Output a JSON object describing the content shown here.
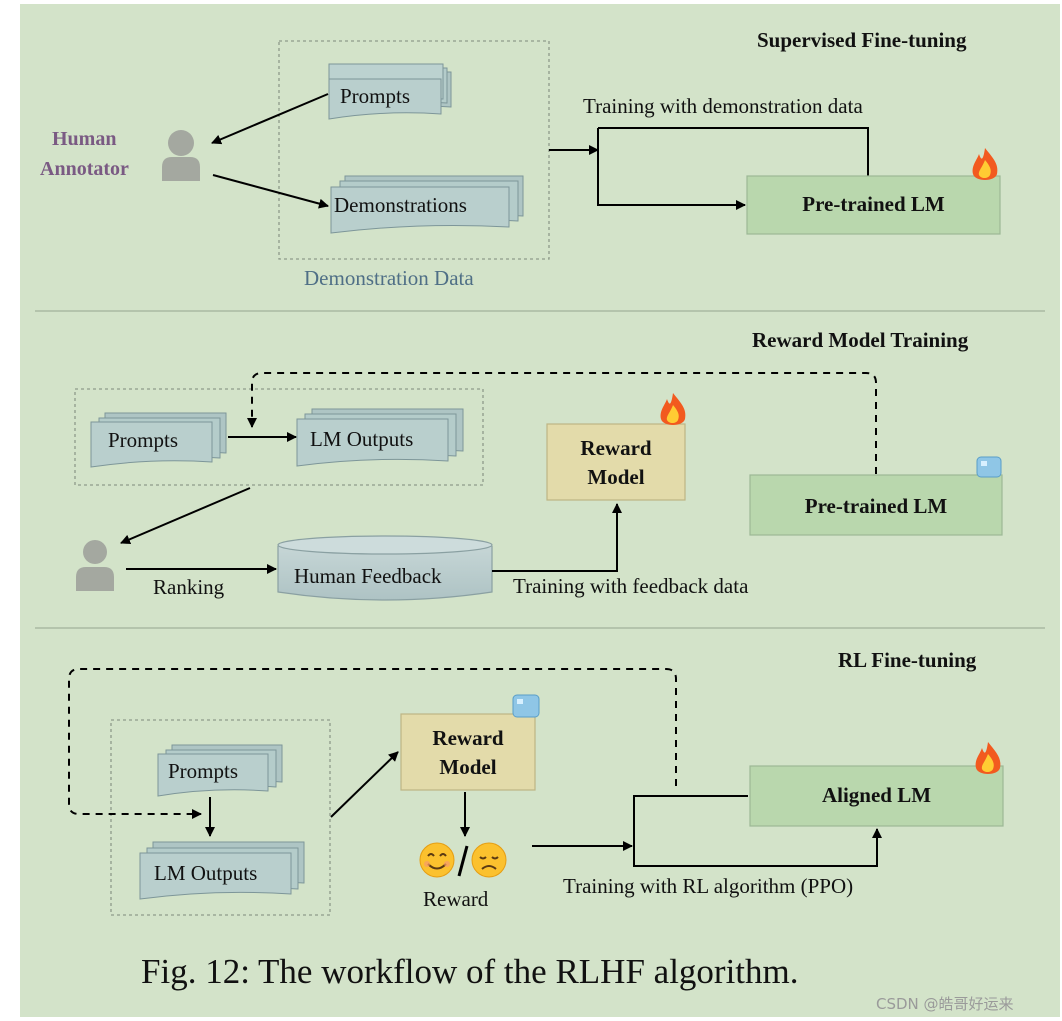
{
  "figure_caption": "Fig. 12: The workflow of the RLHF algorithm.",
  "watermark": "CSDN @皓哥好运来",
  "sections": {
    "supervised": {
      "title": "Supervised Fine-tuning",
      "annotator_label_1": "Human",
      "annotator_label_2": "Annotator",
      "prompts": "Prompts",
      "demonstrations": "Demonstrations",
      "group_label": "Demonstration Data",
      "edge_label": "Training with demonstration data",
      "model": "Pre-trained LM"
    },
    "reward": {
      "title": "Reward Model Training",
      "prompts": "Prompts",
      "lm_outputs": "LM Outputs",
      "reward_model_1": "Reward",
      "reward_model_2": "Model",
      "ranking": "Ranking",
      "human_feedback": "Human Feedback",
      "edge_label": "Training with feedback data",
      "model": "Pre-trained LM"
    },
    "rl": {
      "title": "RL Fine-tuning",
      "prompts": "Prompts",
      "lm_outputs": "LM Outputs",
      "reward_model_1": "Reward",
      "reward_model_2": "Model",
      "reward_label": "Reward",
      "edge_label": "Training with RL algorithm (PPO)",
      "model": "Aligned LM"
    }
  },
  "colors": {
    "background": "#d3e3c9",
    "model_box": "#b9d7ad",
    "reward_box": "#e3dbaa",
    "doc_fill": "#b4ccca",
    "annotator_text": "#7a5a83",
    "group_label_text": "#4f6f86"
  },
  "icons": {
    "trainable": "fire-icon",
    "frozen": "ice-cube-icon",
    "person": "person-icon",
    "happy": "smiling-face-icon",
    "sad": "disappointed-face-icon"
  }
}
